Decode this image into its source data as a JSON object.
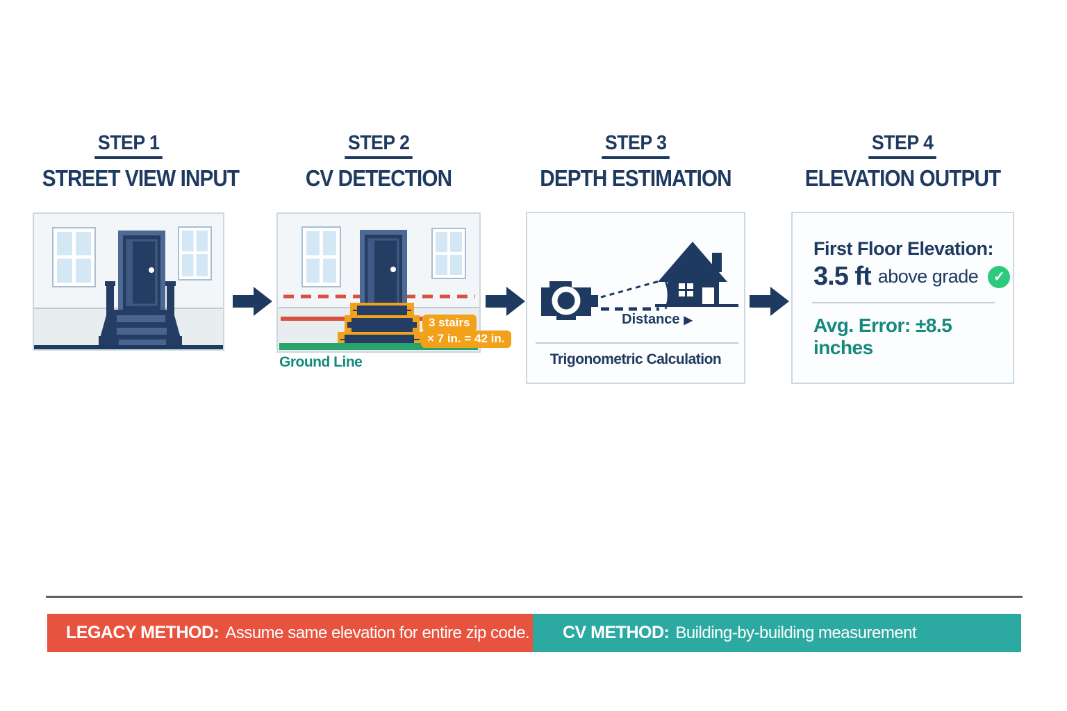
{
  "steps": [
    {
      "title": "STEP 1",
      "subtitle": "STREET VIEW INPUT"
    },
    {
      "title": "STEP 2",
      "subtitle": "CV DETECTION",
      "overlays": {
        "stairs_badge": "3 stairs",
        "calc_badge": "× 7 in. = 42 in.",
        "ground_label": "Ground Line"
      }
    },
    {
      "title": "STEP 3",
      "subtitle": "DEPTH ESTIMATION",
      "diagram": {
        "distance_label": "Distance",
        "distance_arrow": "▶",
        "caption": "Trigonometric Calculation"
      }
    },
    {
      "title": "STEP 4",
      "subtitle": "ELEVATION OUTPUT",
      "output": {
        "label": "First Floor Elevation:",
        "value": "3.5 ft",
        "suffix": "above grade",
        "check_glyph": "✓",
        "error": "Avg. Error: ±8.5 inches"
      }
    }
  ],
  "footer": {
    "legacy": {
      "label": "LEGACY METHOD:",
      "text": "Assume same elevation for entire zip code."
    },
    "cv": {
      "label": "CV METHOD:",
      "text": "Building-by-building measurement"
    }
  },
  "colors": {
    "navy": "#1f3a60",
    "detection_red": "#d8513f",
    "detection_orange": "#f2a11b",
    "ground_green": "#28a36c",
    "teal_text": "#15897c",
    "check_green": "#2dc97c",
    "legacy_bar": "#e8533f",
    "cv_bar": "#2caaa1"
  }
}
